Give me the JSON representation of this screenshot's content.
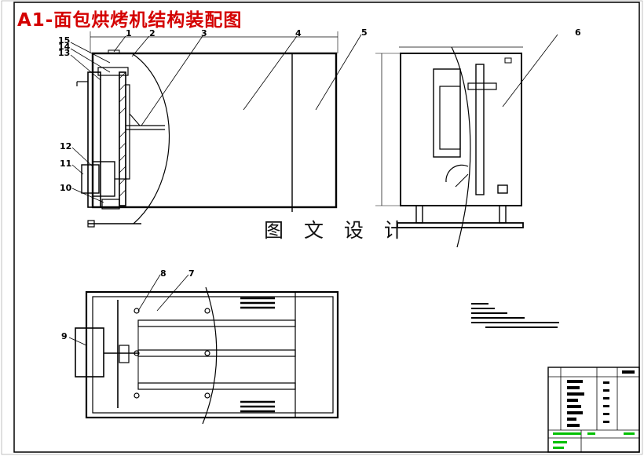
{
  "title": "A1-面包烘烤机结构装配图",
  "watermark": "图 文 设 计",
  "part_labels": {
    "p1": "1",
    "p2": "2",
    "p3": "3",
    "p4": "4",
    "p5": "5",
    "p6": "6",
    "p7": "7",
    "p8": "8",
    "p9": "9",
    "p10": "10",
    "p11": "11",
    "p12": "12",
    "p13": "13",
    "p14": "14",
    "p15": "15"
  },
  "colors": {
    "title": "#d40000",
    "line": "#000000",
    "frame": "#000000",
    "titleblock_accent": "#00c000"
  }
}
